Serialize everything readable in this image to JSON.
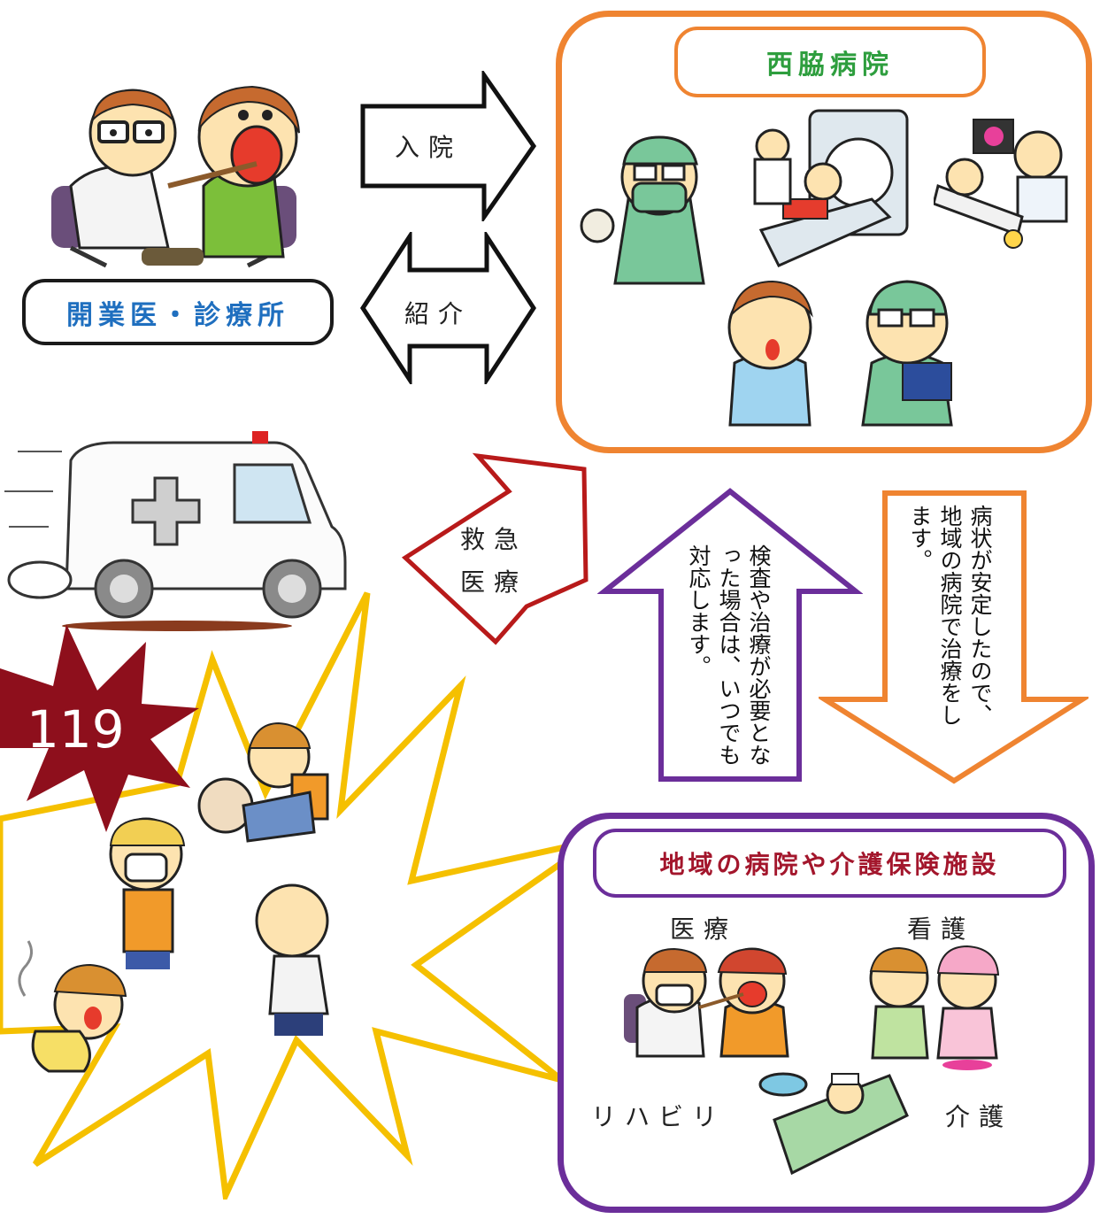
{
  "clinic": {
    "label": "開業医・診療所"
  },
  "hospital": {
    "label": "西脇病院"
  },
  "arrows": {
    "admission": "入院",
    "referral": "紹介",
    "emergency_line1": "救急",
    "emergency_line2": "医療",
    "up_note": "検査や治療が必要となった場合は、いつでも対応します。",
    "down_note": "病状が安定したので、地域の病院で治療をします。"
  },
  "emergency": {
    "number": "119"
  },
  "regional": {
    "label": "地域の病院や介護保険施設",
    "services": [
      "医療",
      "看護",
      "リハビリ",
      "介護"
    ]
  },
  "colors": {
    "clinic_border": "#1a1a1a",
    "clinic_text": "#1f6fbf",
    "hospital_border": "#ef8431",
    "hospital_text": "#2e9e3e",
    "regional_border": "#6b2e9a",
    "regional_text": "#a3162c",
    "emergency_arrow": "#b81a1a",
    "burst_outline": "#f5c000",
    "burst_fill": "#8e0f1c"
  },
  "icons": [
    "doctor-exam-illustration",
    "ambulance-illustration",
    "surgeon-illustration",
    "ct-scanner-illustration",
    "endoscopy-illustration",
    "consultation-illustration",
    "nurse-illustration",
    "bedridden-patient-illustration",
    "injured-people-illustration"
  ]
}
